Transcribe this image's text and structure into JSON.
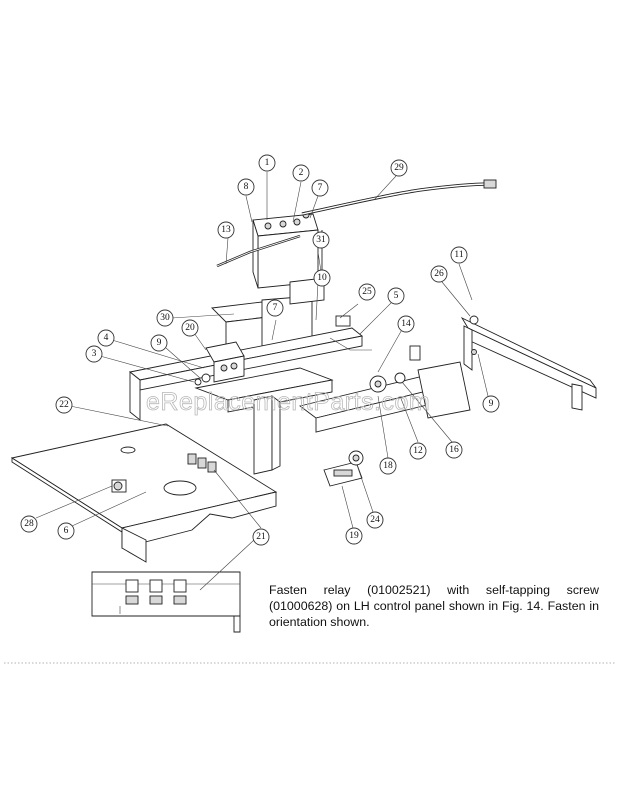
{
  "callouts": [
    {
      "id": "1",
      "label": "1"
    },
    {
      "id": "2",
      "label": "2"
    },
    {
      "id": "3",
      "label": "3"
    },
    {
      "id": "4",
      "label": "4"
    },
    {
      "id": "5",
      "label": "5"
    },
    {
      "id": "6",
      "label": "6"
    },
    {
      "id": "7a",
      "label": "7"
    },
    {
      "id": "7b",
      "label": "7"
    },
    {
      "id": "8",
      "label": "8"
    },
    {
      "id": "9a",
      "label": "9"
    },
    {
      "id": "9b",
      "label": "9"
    },
    {
      "id": "10",
      "label": "10"
    },
    {
      "id": "11",
      "label": "11"
    },
    {
      "id": "12",
      "label": "12"
    },
    {
      "id": "13",
      "label": "13"
    },
    {
      "id": "14",
      "label": "14"
    },
    {
      "id": "16",
      "label": "16"
    },
    {
      "id": "18",
      "label": "18"
    },
    {
      "id": "19",
      "label": "19"
    },
    {
      "id": "20",
      "label": "20"
    },
    {
      "id": "21",
      "label": "21"
    },
    {
      "id": "22",
      "label": "22"
    },
    {
      "id": "24",
      "label": "24"
    },
    {
      "id": "25",
      "label": "25"
    },
    {
      "id": "26",
      "label": "26"
    },
    {
      "id": "28",
      "label": "28"
    },
    {
      "id": "29",
      "label": "29"
    },
    {
      "id": "30",
      "label": "30"
    },
    {
      "id": "31",
      "label": "31"
    }
  ],
  "note": "Fasten relay (01002521) with self-tapping screw (01000628) on LH control panel shown in Fig. 14. Fasten in orientation shown.",
  "watermark": "eReplacementParts.com"
}
